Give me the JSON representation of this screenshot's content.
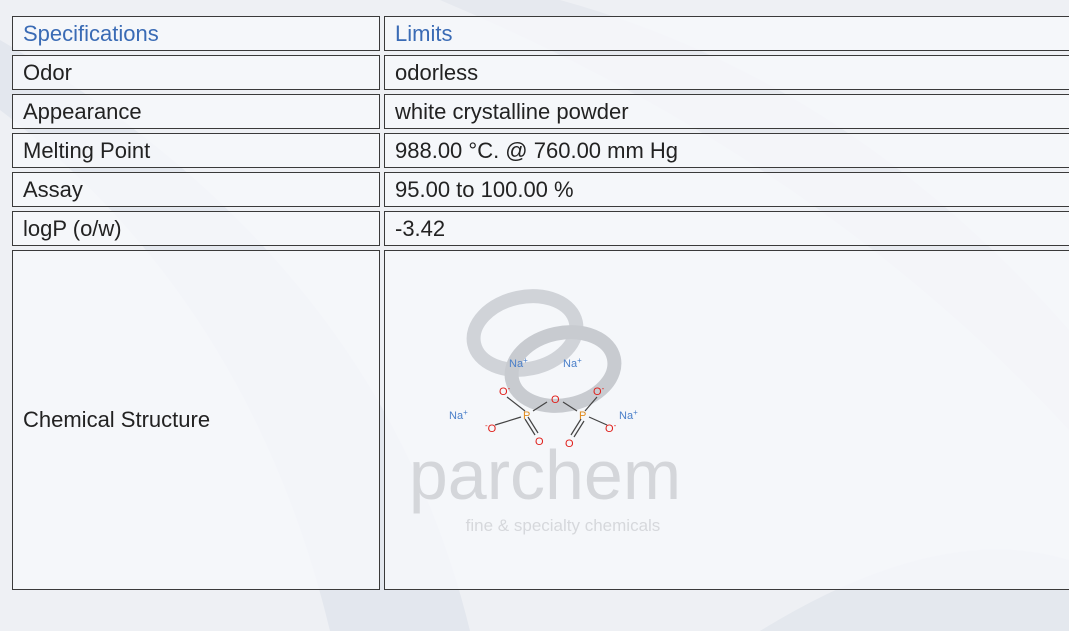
{
  "table": {
    "header": {
      "col1": "Specifications",
      "col2": "Limits"
    },
    "rows": [
      {
        "spec": "Odor",
        "limit": "odorless"
      },
      {
        "spec": "Appearance",
        "limit": "white crystalline powder"
      },
      {
        "spec": "Melting Point",
        "limit": "988.00 °C. @ 760.00 mm Hg"
      },
      {
        "spec": "Assay",
        "limit": "95.00 to 100.00 %"
      },
      {
        "spec": "logP (o/w)",
        "limit": "-3.42"
      }
    ],
    "structure_label": "Chemical Structure"
  },
  "structure": {
    "atoms": {
      "na": "Na",
      "charge_plus": "+",
      "charge_minus": "-",
      "o": "O",
      "p": "P"
    },
    "colors": {
      "sodium": "#4a7fc9",
      "oxygen": "#e0201b",
      "phosphorus": "#e08a1a",
      "bond": "#444444"
    }
  },
  "watermark": {
    "brand": "parchem",
    "tagline": "fine & specialty chemicals"
  },
  "colors": {
    "header_text": "#3a6bb5",
    "cell_border": "#3a3a3a",
    "background": "#eef0f4"
  }
}
